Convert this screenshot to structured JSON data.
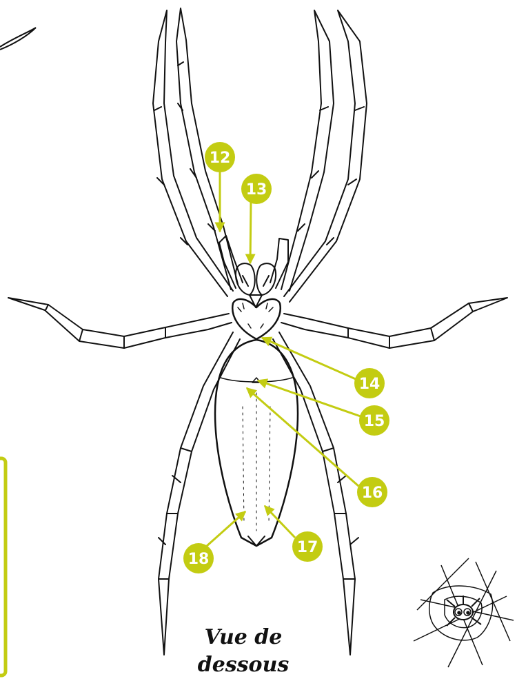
{
  "caption": {
    "line1": "Vue de",
    "line2": "dessous"
  },
  "colors": {
    "accent": "#c3cc12",
    "ink": "#111111",
    "label_text": "#ffffff"
  },
  "labels": [
    "12",
    "13",
    "14",
    "15",
    "16",
    "17",
    "18"
  ],
  "icons": {
    "mascot": "spider-on-web-icon"
  }
}
